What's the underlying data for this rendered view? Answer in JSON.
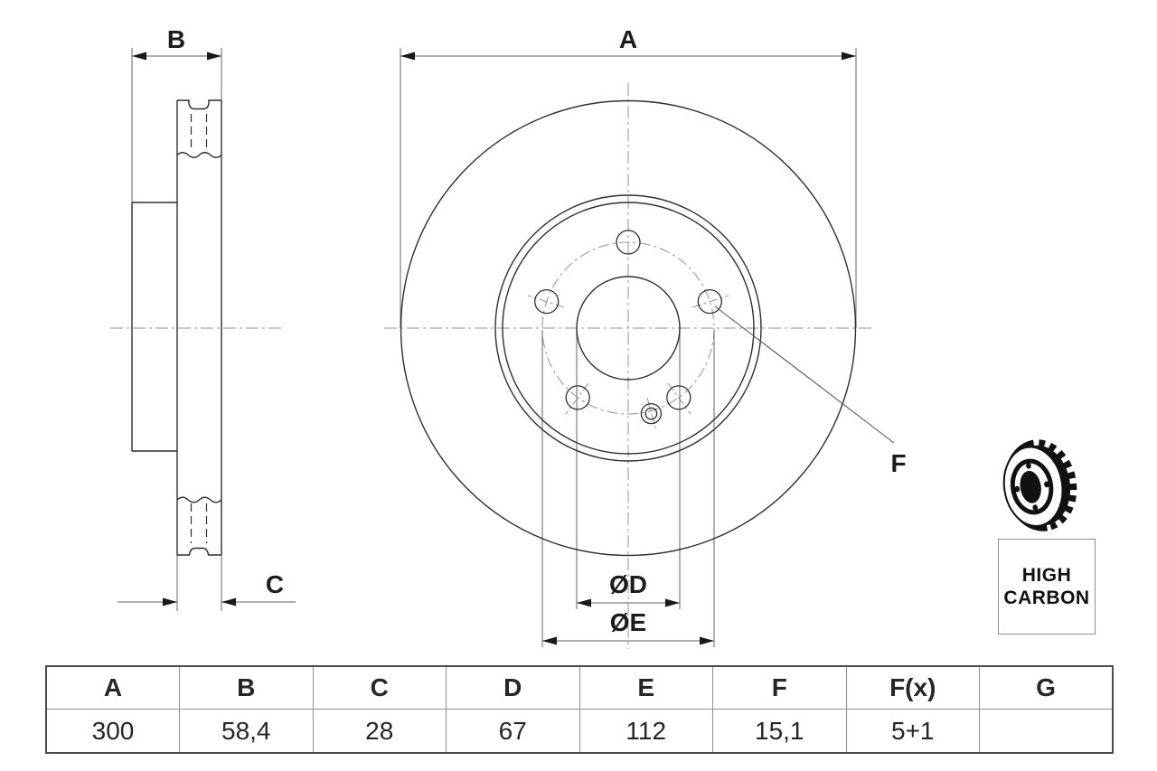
{
  "drawing": {
    "labels": {
      "a": "A",
      "b": "B",
      "c": "C",
      "diameter_d": "ØD",
      "diameter_e": "ØE",
      "f": "F"
    }
  },
  "badge": {
    "icon": "brake-disc-icon",
    "line1": "HIGH",
    "line2": "CARBON"
  },
  "table": {
    "headers": [
      "A",
      "B",
      "C",
      "D",
      "E",
      "F",
      "F(x)",
      "G"
    ],
    "values": [
      "300",
      "58,4",
      "28",
      "67",
      "112",
      "15,1",
      "5+1",
      ""
    ]
  },
  "colors": {
    "object_line": "#2f2f2f",
    "dimension_line": "#7f7f7f",
    "centerline": "#a6a6a6",
    "arrow": "#1a1a1a",
    "text": "#1c1c1c",
    "table_outer_border": "#4a4a4a",
    "table_grid": "#8f8f8f",
    "badge_border": "#8f8f8f",
    "background": "#ffffff"
  }
}
